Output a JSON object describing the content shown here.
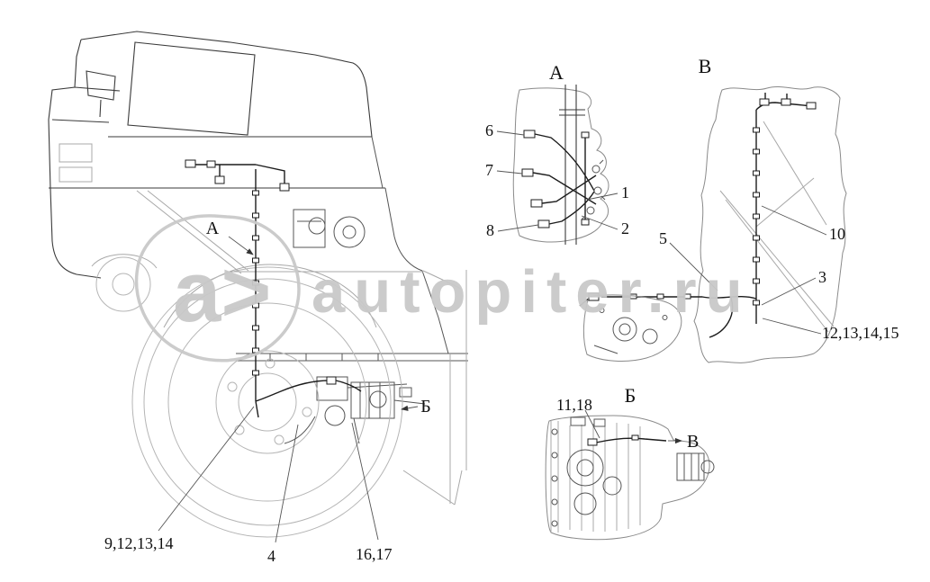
{
  "meta": {
    "background_color": "#ffffff",
    "line_color": "#3a3a3a",
    "light_line_color": "#a8a8a8",
    "wire_color": "#1c1c1c",
    "label_color": "#111111",
    "watermark_color": "#c9c9c9"
  },
  "watermark": {
    "logo_text": "a>",
    "site_text": "autopiter.ru"
  },
  "detail_views": {
    "a": {
      "title": "А"
    },
    "v": {
      "title": "В"
    },
    "b": {
      "title": "Б"
    }
  },
  "main_view_markers": {
    "to_detail_a": "А",
    "to_detail_b": "Б"
  },
  "detail_b_marker": {
    "to_detail_v": "В"
  },
  "callouts": {
    "left_view": {
      "bottom_left": "9,12,13,14",
      "bottom_center": "4",
      "bottom_right": "16,17"
    },
    "detail_a": {
      "c6": "6",
      "c7": "7",
      "c8": "8",
      "c1": "1",
      "c2": "2"
    },
    "detail_v": {
      "c5": "5",
      "c10": "10",
      "c3": "3",
      "c12_15": "12,13,14,15"
    },
    "detail_b": {
      "c11_18": "11,18"
    }
  }
}
